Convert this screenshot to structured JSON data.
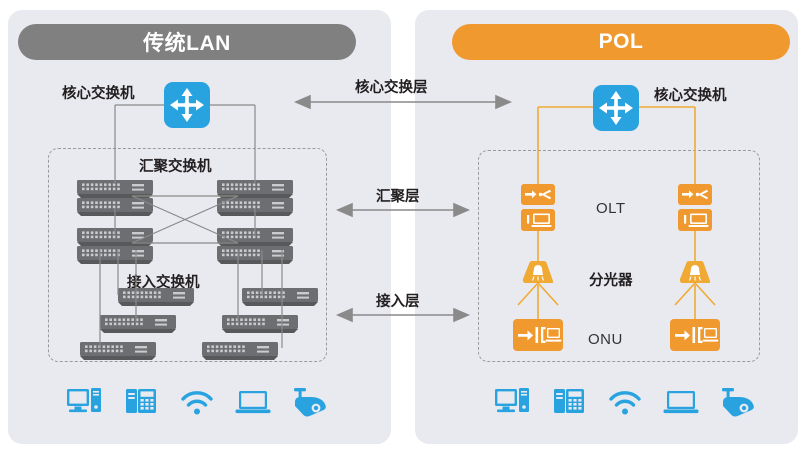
{
  "diagram": {
    "title_note": "Traditional LAN vs POL network architecture comparison",
    "background": "#e8eaf0",
    "colors": {
      "lan_header": "#808080",
      "pol_header": "#f0992e",
      "core_switch": "#29a3e0",
      "switch_gray": "#6d6e71",
      "pol_orange": "#f0992e",
      "device_blue": "#29a3e0",
      "line_gray": "#8a8a8a",
      "line_orange": "#f0aa33",
      "dashed_border": "#9a9a9a",
      "text": "#231f20"
    }
  },
  "panels": {
    "lan": {
      "header": "传统LAN",
      "labels": {
        "core_switch": "核心交换机",
        "aggregation_switch": "汇聚交换机",
        "access_switch": "接入交换机"
      },
      "nodes": {
        "core_switch_icon": "core-switch-icon",
        "aggregation_switches_count": 4,
        "access_switches_count": 6
      },
      "devices": [
        {
          "name": "desktop-pc-icon",
          "label": "Desktop PC"
        },
        {
          "name": "ip-phone-icon",
          "label": "IP Phone"
        },
        {
          "name": "wifi-icon",
          "label": "WiFi"
        },
        {
          "name": "laptop-icon",
          "label": "Laptop"
        },
        {
          "name": "camera-icon",
          "label": "Security Camera"
        }
      ]
    },
    "pol": {
      "header": "POL",
      "labels": {
        "core_switch": "核心交换机",
        "olt": "OLT",
        "splitter": "分光器",
        "onu": "ONU"
      },
      "nodes": {
        "core_switch_icon": "core-switch-icon",
        "olt_count": 2,
        "splitter_count": 2,
        "onu_count": 2
      },
      "devices": [
        {
          "name": "desktop-pc-icon",
          "label": "Desktop PC"
        },
        {
          "name": "ip-phone-icon",
          "label": "IP Phone"
        },
        {
          "name": "wifi-icon",
          "label": "WiFi"
        },
        {
          "name": "laptop-icon",
          "label": "Laptop"
        },
        {
          "name": "camera-icon",
          "label": "Security Camera"
        }
      ]
    }
  },
  "layers": [
    {
      "id": "core",
      "label": "核心交换层"
    },
    {
      "id": "aggregation",
      "label": "汇聚层"
    },
    {
      "id": "access",
      "label": "接入层"
    }
  ]
}
